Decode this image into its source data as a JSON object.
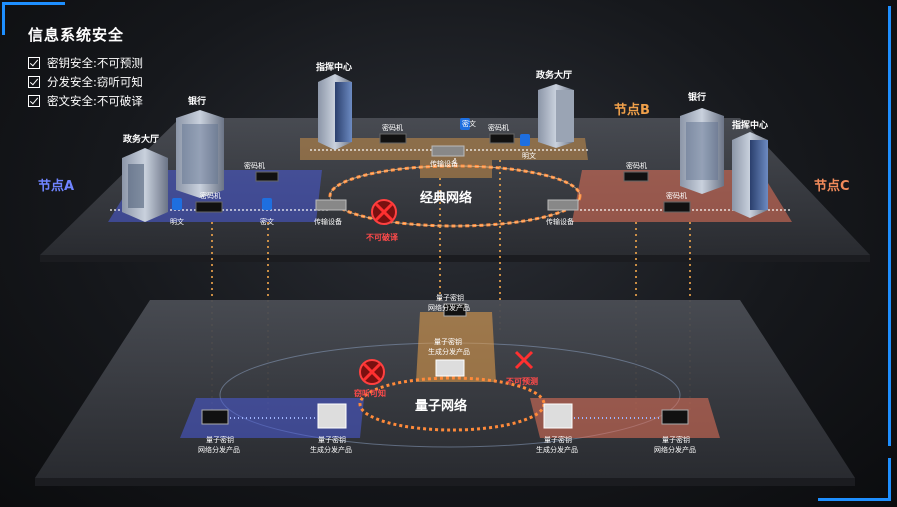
{
  "legend": {
    "title": "信息系统安全",
    "items": [
      "密钥安全:不可预测",
      "分发安全:窃听可知",
      "密文安全:不可破译"
    ]
  },
  "classical": {
    "label": "经典网络",
    "node_a": "节点A",
    "node_b": "节点B",
    "node_c": "节点C",
    "buildings": {
      "a_gov": "政务大厅",
      "a_bank": "银行",
      "b_cmd": "指挥中心",
      "b_gov": "政务大厅",
      "c_bank": "银行",
      "c_cmd": "指挥中心"
    },
    "devices": {
      "cipher": "密码机",
      "transport": "传输设备",
      "plaintext": "明文",
      "ciphertext": "密文"
    },
    "threat": "不可破译"
  },
  "quantum": {
    "label": "量子网络",
    "top_box_1": "量子密钥",
    "top_box_2": "网络分发产品",
    "mid_box_1": "量子密钥",
    "mid_box_2": "生成分发产品",
    "threat_eavesdrop": "窃听可知",
    "threat_predict": "不可预测"
  },
  "colors": {
    "node_a": "#4a5bd8",
    "node_b": "#e7a04a",
    "node_c": "#e8725a",
    "ring": "#ff8a3a",
    "accent": "#1e8fff"
  }
}
